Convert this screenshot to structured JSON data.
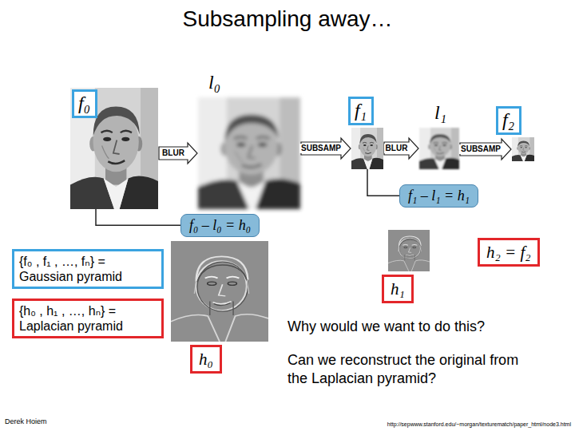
{
  "diagram": {
    "title": "Subsampling away…",
    "nodes": [
      {
        "text": [
          "f₀"
        ]
      },
      {
        "text": [
          "l₀"
        ]
      },
      {
        "text": [
          "f₁"
        ]
      },
      {
        "text": [
          "l₁"
        ]
      },
      {
        "text": [
          "f₂"
        ]
      },
      {
        "text": [
          "f₁ – l₁ = h₁"
        ]
      },
      {
        "text": [
          "f₀ – l₀ = h₀"
        ]
      },
      {
        "text": [
          "h₂ = f₂"
        ]
      },
      {
        "text": [
          "{f₀ , f₁ , …, fₙ} = Gaussian pyramid"
        ]
      },
      {
        "text": [
          "h₁"
        ]
      },
      {
        "text": [
          "{h₀ , h₁ , …, hₙ} = Laplacian pyramid"
        ]
      },
      {
        "text": [
          "h₀"
        ]
      }
    ],
    "edges": [
      {
        "from": 0,
        "to": 1,
        "label": "BLUR",
        "arrow": "to"
      },
      {
        "from": 1,
        "to": 2,
        "label": "SUBSAMP",
        "arrow": "to"
      },
      {
        "from": 2,
        "to": 3,
        "label": "BLUR",
        "arrow": "to"
      },
      {
        "from": 3,
        "to": 4,
        "label": "SUBSAMP",
        "arrow": "to"
      },
      {
        "from": 0,
        "to": 6,
        "arrow": "none"
      },
      {
        "from": 2,
        "to": 5,
        "arrow": "none"
      }
    ],
    "labels": [
      "Why would we want to do this?",
      "Can we reconstruct the original from the Laplacian pyramid?",
      "Derek Hoiem",
      "http://sepwww.stanford.edu/~morgan/texturematch/paper_html/node3.html"
    ]
  }
}
